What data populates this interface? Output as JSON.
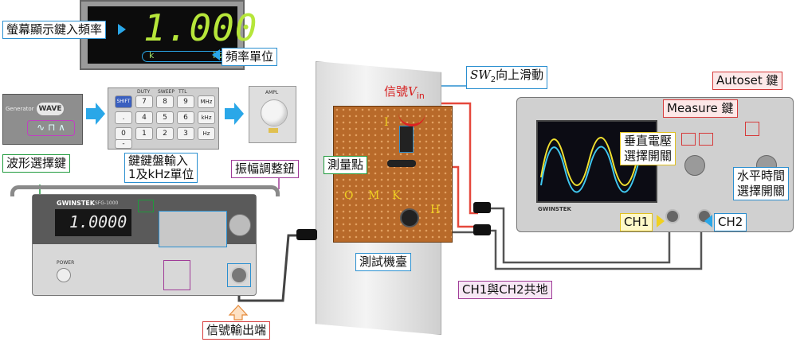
{
  "labels": {
    "screen_freq": "螢幕顯示鍵入頻率",
    "freq_unit": "頻率單位",
    "waveform_key": "波形選擇鍵",
    "keypad_input_l1": "鍵鍵盤輸入",
    "keypad_input_l2": "1及kHz單位",
    "amp_knob": "振幅調整鈕",
    "signal_output": "信號輸出端",
    "measure_point": "測量點",
    "test_bench": "測試機臺",
    "ch_common_ground": "CH1與CH2共地",
    "signal_vin_prefix": "信號",
    "signal_vin_var": "V",
    "signal_vin_sub": "in",
    "sw2_var": "SW",
    "sw2_sub": "2",
    "sw2_text": "向上滑動",
    "autoset_key": "Autoset 鍵",
    "measure_key": "Measure 鍵",
    "vertical_volt_l1": "垂直電壓",
    "vertical_volt_l2": "選擇開關",
    "horizontal_time_l1": "水平時間",
    "horizontal_time_l2": "選擇開關",
    "ch1": "CH1",
    "ch2": "CH2"
  },
  "display": {
    "reading": "1.000",
    "unit_k": "k",
    "unit_hz": "Hz",
    "generator_reading": "1.0000"
  },
  "generator": {
    "brand": "GWINSTEK",
    "model": "SFG-1000",
    "power": "POWER",
    "generator_tag": "Generator",
    "wave_button": "WAVE",
    "amp_label": "AMPL"
  },
  "keypad": {
    "keys": [
      "SHIFT",
      "7",
      "8",
      "9",
      "MHz",
      "4",
      "5",
      "6",
      "kHz",
      "1",
      "2",
      "3",
      "Hz",
      "0",
      ".",
      "-"
    ],
    "top_labels": [
      "DUTY",
      "SWEEP",
      "TTL"
    ]
  },
  "circuit_points": [
    "I",
    "O",
    "M",
    "K",
    "H"
  ],
  "scope": {
    "brand": "GWINSTEK"
  },
  "colors": {
    "label_blue": "#2a8fd0",
    "label_green": "#1f9a3c",
    "label_purple": "#a03c98",
    "label_red": "#d63a3a",
    "arrow_blue": "#2aa7e8",
    "wire_red": "#e5483c",
    "wire_gray": "#555555"
  }
}
